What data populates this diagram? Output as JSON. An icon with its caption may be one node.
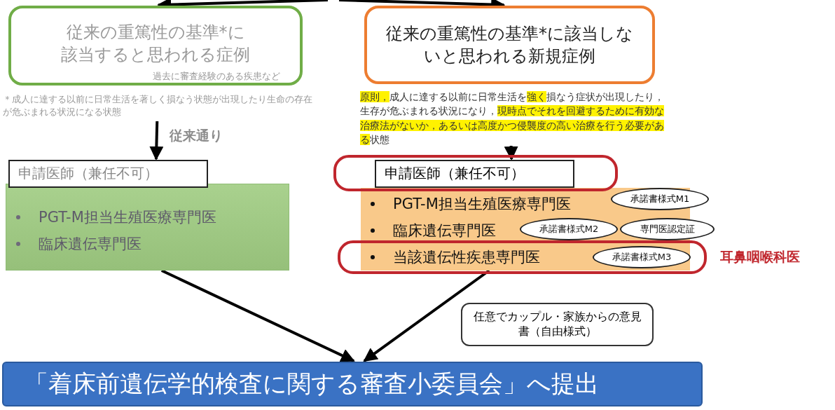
{
  "diagram": {
    "nodes": [
      {
        "text": [
          "従来の重篤性の基準*に該当すると思われる症例",
          "過去に審査経験のある疾患など"
        ]
      },
      {
        "text": [
          "従来の重篤性の基準*に該当しないと思われる新規症例"
        ]
      },
      {
        "text": [
          "＊成人に達する以前に日常生活を著しく損なう状態が出現したり生命の存在が危ぶまれる状況になる状態"
        ]
      },
      {
        "text": [
          "**原則，**成人に達する以前に日常生活を**強く**損なう症状が出現したり，生存が危ぶまれる状況になり，**現時点でそれを回避するために有効な治療法がないか，あるいは高度かつ侵襲度の高い治療を行う必要がある**状態"
        ]
      },
      {
        "text": [
          "申請医師（兼任不可）"
        ]
      },
      {
        "text": [
          "申請医師（兼任不可）"
        ]
      },
      {
        "text": [
          "PGT-M担当生殖医療専門医",
          "臨床遺伝専門医"
        ]
      },
      {
        "text": [
          "PGT-M担当生殖医療専門医",
          "臨床遺伝専門医",
          "当該遺伝性疾患専門医"
        ]
      },
      {
        "text": [
          "承諾書様式M1"
        ]
      },
      {
        "text": [
          "承諾書様式M2"
        ],
        "in": 7
      },
      {
        "text": [
          "専門医認定証"
        ]
      },
      {
        "text": [
          "承諾書様式M3"
        ],
        "in": 7
      },
      {
        "text": [
          "任意でカップル・家族からの意見書（自由様式）"
        ]
      },
      {
        "text": [
          "「着床前遺伝学的検査に関する審査小委員会」へ提出"
        ]
      }
    ],
    "edges": [
      {
        "from": null,
        "to": 0,
        "arrow": "to"
      },
      {
        "from": null,
        "to": 1,
        "arrow": "to"
      },
      {
        "from": 2,
        "to": 4,
        "arrow": "to",
        "label": "従来通り"
      },
      {
        "from": 3,
        "to": 5,
        "arrow": "to"
      },
      {
        "from": 6,
        "to": 13,
        "arrow": "to"
      },
      {
        "from": 7,
        "to": 13,
        "arrow": "to"
      }
    ],
    "labels": [
      "耳鼻咽喉科医"
    ]
  }
}
